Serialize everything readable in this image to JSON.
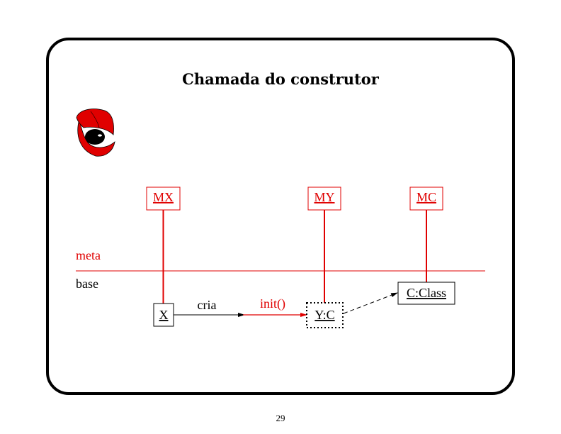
{
  "slide": {
    "title": "Chamada do construtor",
    "page_number": "29"
  },
  "layers": {
    "meta_label": "meta",
    "base_label": "base"
  },
  "meta_objects": [
    "MX",
    "MY",
    "MC"
  ],
  "base_objects": {
    "x": "X",
    "yc": "Y:C",
    "cclass": "C:Class"
  },
  "messages": {
    "cria": "cria",
    "init": "init()"
  },
  "colors": {
    "meta": "#e00000",
    "base": "#000000"
  }
}
